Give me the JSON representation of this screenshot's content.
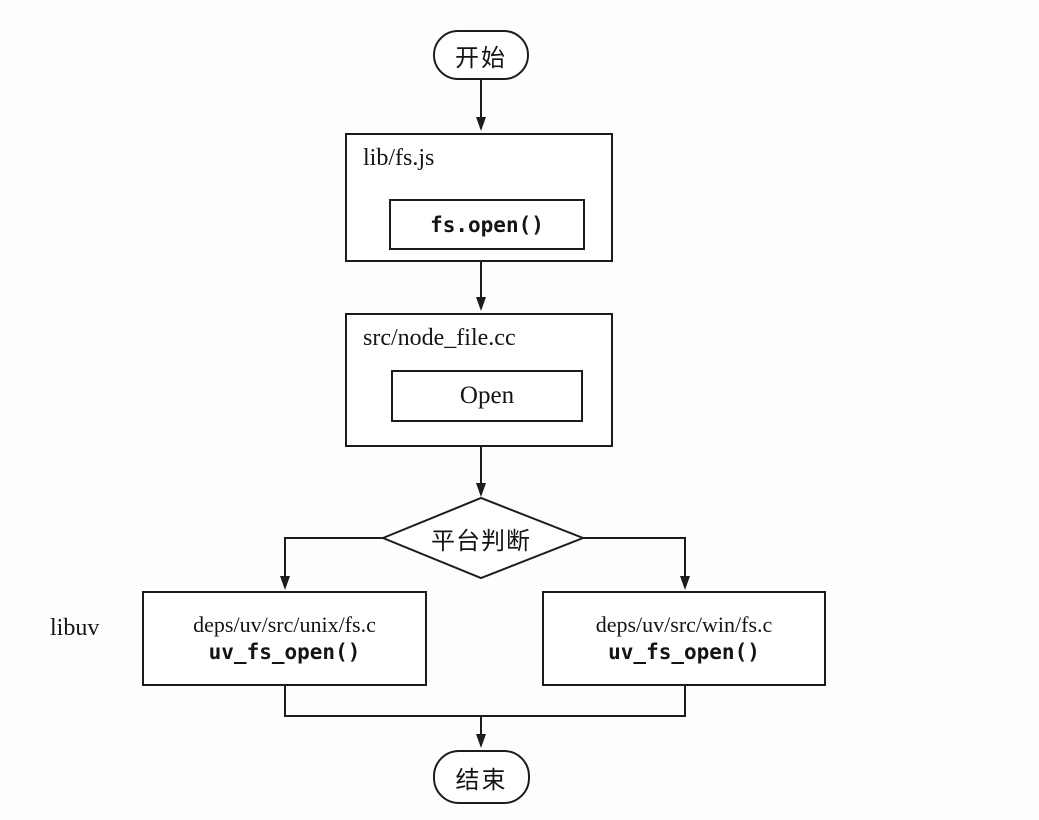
{
  "diagram": {
    "start_label": "开始",
    "end_label": "结束",
    "decision_label": "平台判断",
    "side_label": "libuv",
    "box_fsjs": {
      "title": "lib/fs.js",
      "call": "fs.open()"
    },
    "box_nodefile": {
      "title": "src/node_file.cc",
      "call": "Open"
    },
    "box_unix": {
      "path": "deps/uv/src/unix/fs.c",
      "call": "uv_fs_open()"
    },
    "box_win": {
      "path": "deps/uv/src/win/fs.c",
      "call": "uv_fs_open()"
    }
  },
  "colors": {
    "stroke": "#1c1c1c",
    "text": "#141414",
    "background": "#fdfdfd"
  }
}
